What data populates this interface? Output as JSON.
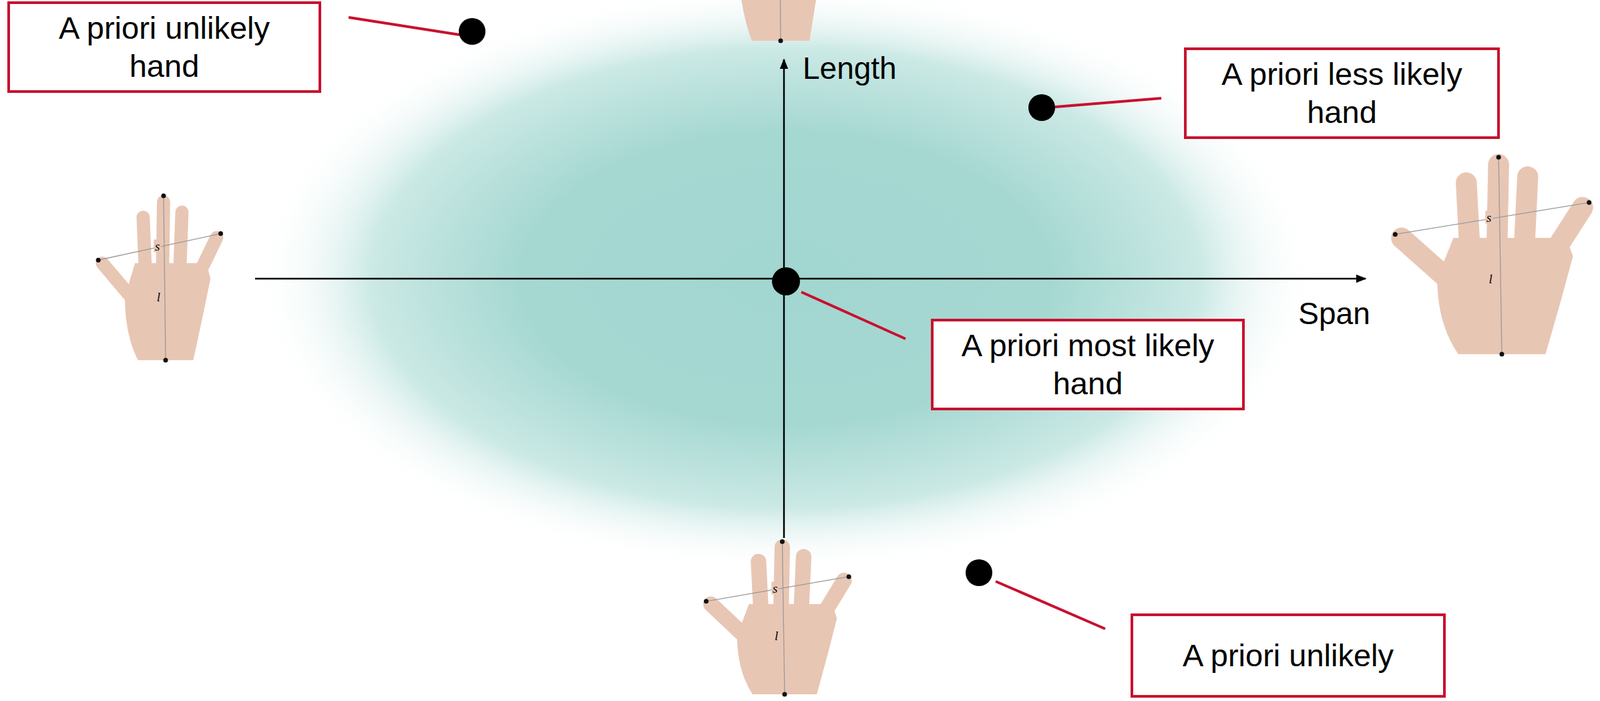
{
  "diagram": {
    "nodes": [
      {
        "text": [
          "A priori unlikely hand"
        ]
      },
      {
        "text": [
          "A priori less likely hand"
        ]
      },
      {
        "text": [
          "A priori most likely hand"
        ]
      },
      {
        "text": [
          "A priori unlikely"
        ]
      }
    ],
    "labels": [
      "Length",
      "Span",
      "s",
      "l",
      "s",
      "l",
      "s",
      "l"
    ]
  }
}
